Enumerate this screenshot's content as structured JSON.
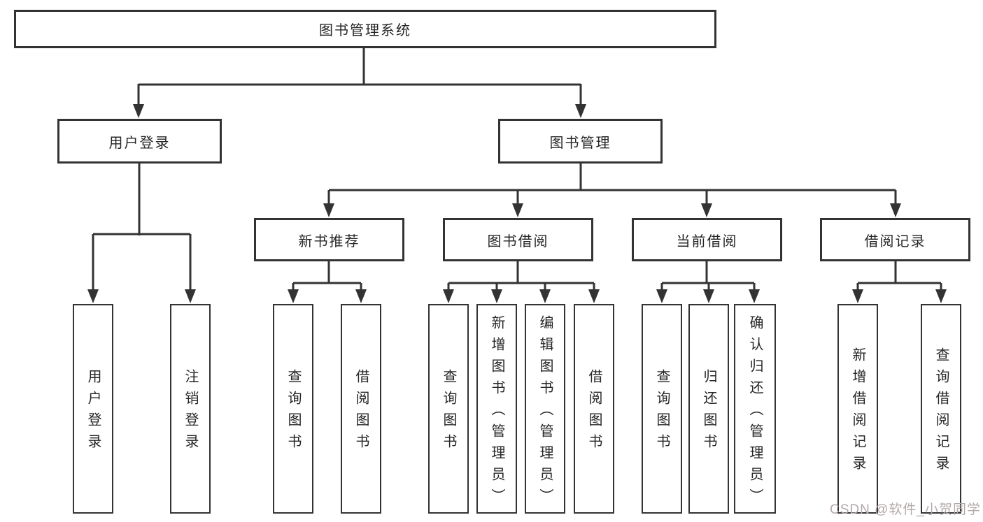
{
  "colors": {
    "line": "#333333",
    "box_border": "#333333",
    "text": "#262626",
    "watermark": "#b3a9a9",
    "background": "#ffffff"
  },
  "watermark": {
    "text": "CSDN @软件_小贺同学"
  },
  "tree": {
    "label": "图书管理系统",
    "children": [
      {
        "label": "用户登录",
        "children": [
          {
            "label": "用户登录"
          },
          {
            "label": "注销登录"
          }
        ]
      },
      {
        "label": "图书管理",
        "children": [
          {
            "label": "新书推荐",
            "children": [
              {
                "label": "查询图书"
              },
              {
                "label": "借阅图书"
              }
            ]
          },
          {
            "label": "图书借阅",
            "children": [
              {
                "label": "查询图书"
              },
              {
                "label": "新增图书（管理员）"
              },
              {
                "label": "编辑图书（管理员）"
              },
              {
                "label": "借阅图书"
              }
            ]
          },
          {
            "label": "当前借阅",
            "children": [
              {
                "label": "查询图书"
              },
              {
                "label": "归还图书"
              },
              {
                "label": "确认归还（管理员）"
              }
            ]
          },
          {
            "label": "借阅记录",
            "children": [
              {
                "label": "新增借阅记录"
              },
              {
                "label": "查询借阅记录"
              }
            ]
          }
        ]
      }
    ]
  }
}
